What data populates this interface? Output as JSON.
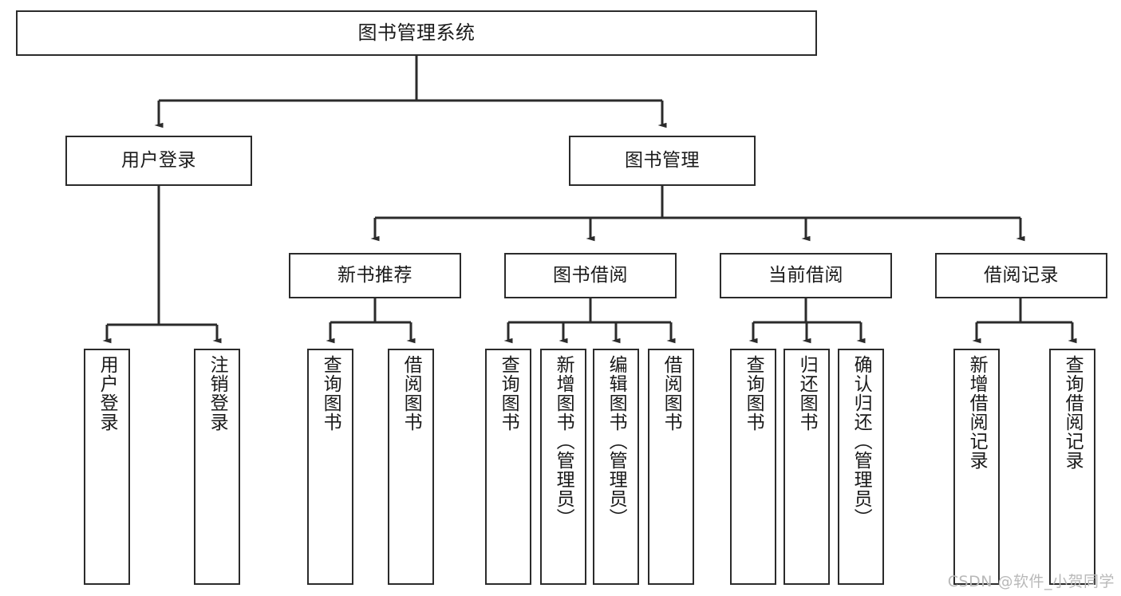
{
  "diagram": {
    "title": "图书管理系统",
    "type": "hierarchy-tree",
    "watermark": "CSDN @软件_小贺同学",
    "colors": {
      "box_border": "#2b2b2b",
      "box_fill": "#ffffff",
      "edge": "#2b2b2b",
      "text": "#1a1a1a",
      "watermark": "#b9b9b9"
    },
    "levels": {
      "level1": [
        {
          "id": "root",
          "label": "图书管理系统",
          "orientation": "horizontal"
        }
      ],
      "level2": [
        {
          "id": "user-login",
          "label": "用户登录",
          "orientation": "horizontal"
        },
        {
          "id": "book-manage",
          "label": "图书管理",
          "orientation": "horizontal"
        }
      ],
      "level3": [
        {
          "id": "new-book-recommend",
          "label": "新书推荐",
          "orientation": "horizontal",
          "parent": "book-manage"
        },
        {
          "id": "book-borrow",
          "label": "图书借阅",
          "orientation": "horizontal",
          "parent": "book-manage"
        },
        {
          "id": "current-borrow",
          "label": "当前借阅",
          "orientation": "horizontal",
          "parent": "book-manage"
        },
        {
          "id": "borrow-record",
          "label": "借阅记录",
          "orientation": "horizontal",
          "parent": "book-manage"
        }
      ],
      "level4": [
        {
          "id": "leaf-user-login",
          "label": "用户登录",
          "orientation": "vertical",
          "parent": "user-login"
        },
        {
          "id": "leaf-logout",
          "label": "注销登录",
          "orientation": "vertical",
          "parent": "user-login"
        },
        {
          "id": "leaf-query-book-1",
          "label": "查询图书",
          "orientation": "vertical",
          "parent": "new-book-recommend"
        },
        {
          "id": "leaf-borrow-book-1",
          "label": "借阅图书",
          "orientation": "vertical",
          "parent": "new-book-recommend"
        },
        {
          "id": "leaf-query-book-2",
          "label": "查询图书",
          "orientation": "vertical",
          "parent": "book-borrow"
        },
        {
          "id": "leaf-add-book",
          "label": "新增图书（管理员）",
          "orientation": "vertical",
          "parent": "book-borrow"
        },
        {
          "id": "leaf-edit-book",
          "label": "编辑图书（管理员）",
          "orientation": "vertical",
          "parent": "book-borrow"
        },
        {
          "id": "leaf-borrow-book-2",
          "label": "借阅图书",
          "orientation": "vertical",
          "parent": "book-borrow"
        },
        {
          "id": "leaf-query-book-3",
          "label": "查询图书",
          "orientation": "vertical",
          "parent": "current-borrow"
        },
        {
          "id": "leaf-return-book",
          "label": "归还图书",
          "orientation": "vertical",
          "parent": "current-borrow"
        },
        {
          "id": "leaf-confirm-return",
          "label": "确认归还（管理员）",
          "orientation": "vertical",
          "parent": "current-borrow"
        },
        {
          "id": "leaf-add-record",
          "label": "新增借阅记录",
          "orientation": "vertical",
          "parent": "borrow-record"
        },
        {
          "id": "leaf-query-record",
          "label": "查询借阅记录",
          "orientation": "vertical",
          "parent": "borrow-record"
        }
      ]
    }
  }
}
